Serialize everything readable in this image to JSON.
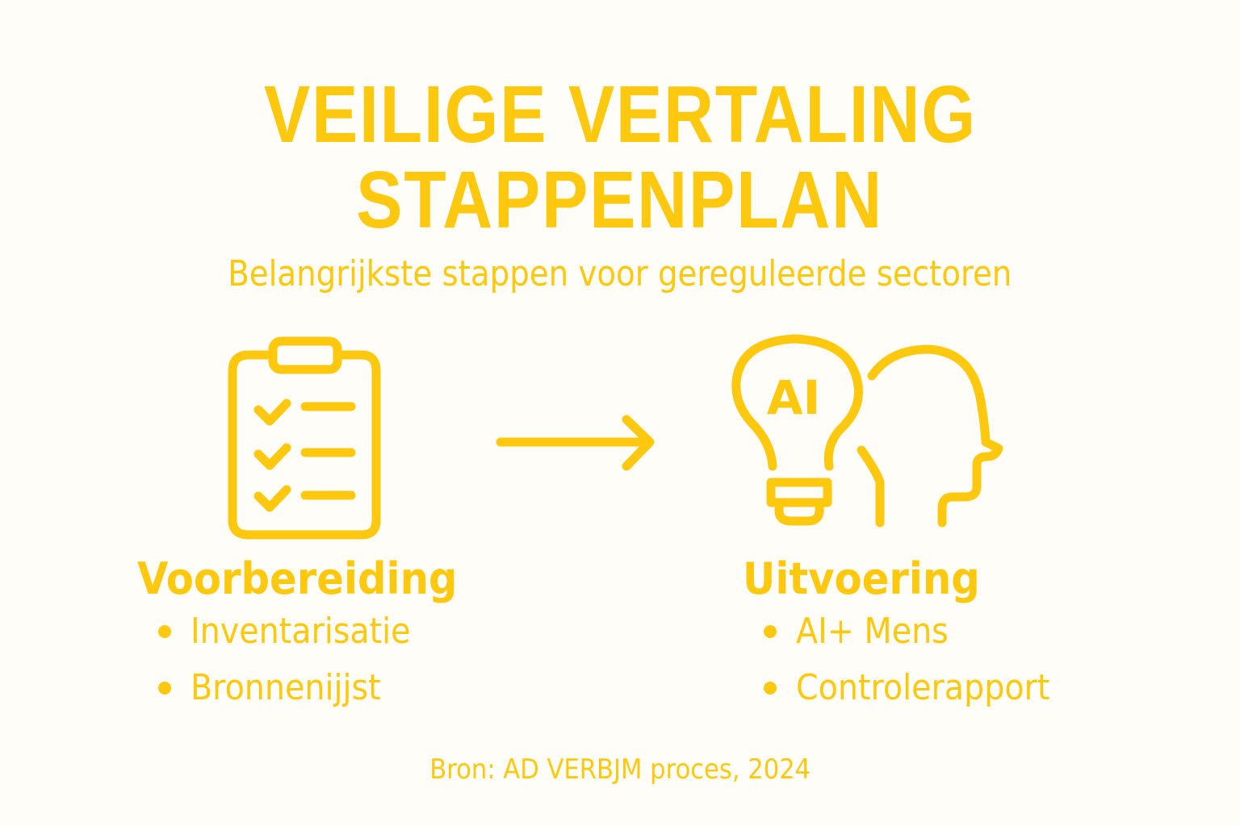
{
  "header": {
    "title_line1": "VEILIGE VERTALING",
    "title_line2": "STAPPENPLAN",
    "subtitle": "Belangrijkste stappen voor gereguleerde sectoren"
  },
  "steps": [
    {
      "icon": "clipboard-checklist-icon",
      "title": "Voorbereiding",
      "items": [
        "Inventarisatie",
        "Bronnenijjst"
      ]
    },
    {
      "icon": "ai-lightbulb-human-head-icon",
      "icon_text": "AI",
      "title": "Uitvoering",
      "items": [
        "AI+ Mens",
        "Controlerapport"
      ]
    }
  ],
  "connector": {
    "icon": "arrow-right-icon"
  },
  "footer": {
    "source": "Bron: AD VERBJM proces, 2024"
  },
  "colors": {
    "accent": "#fdc80e",
    "background": "#fefdf8"
  }
}
